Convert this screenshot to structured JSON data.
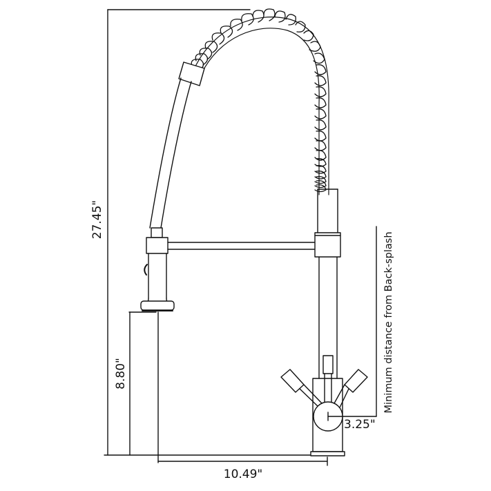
{
  "diagram": {
    "subject": "Pull-down spring kitchen faucet dimension drawing",
    "line_color": "#111111",
    "background": "#ffffff",
    "dimensions": {
      "overall_height": "27.45\"",
      "spout_height": "8.80\"",
      "spout_reach": "10.49\"",
      "backsplash_distance": "3.25\""
    },
    "annotations": {
      "backsplash_note": "Minimum distance from Back-splash"
    },
    "parts": [
      "spring-coil",
      "pull-down-hose",
      "hose-collar",
      "spray-head",
      "spray-button",
      "spray-face",
      "holder-arm",
      "arm-collar",
      "faucet-column",
      "left-handle",
      "right-handle",
      "center-lever",
      "valve-body",
      "base-plate"
    ]
  }
}
